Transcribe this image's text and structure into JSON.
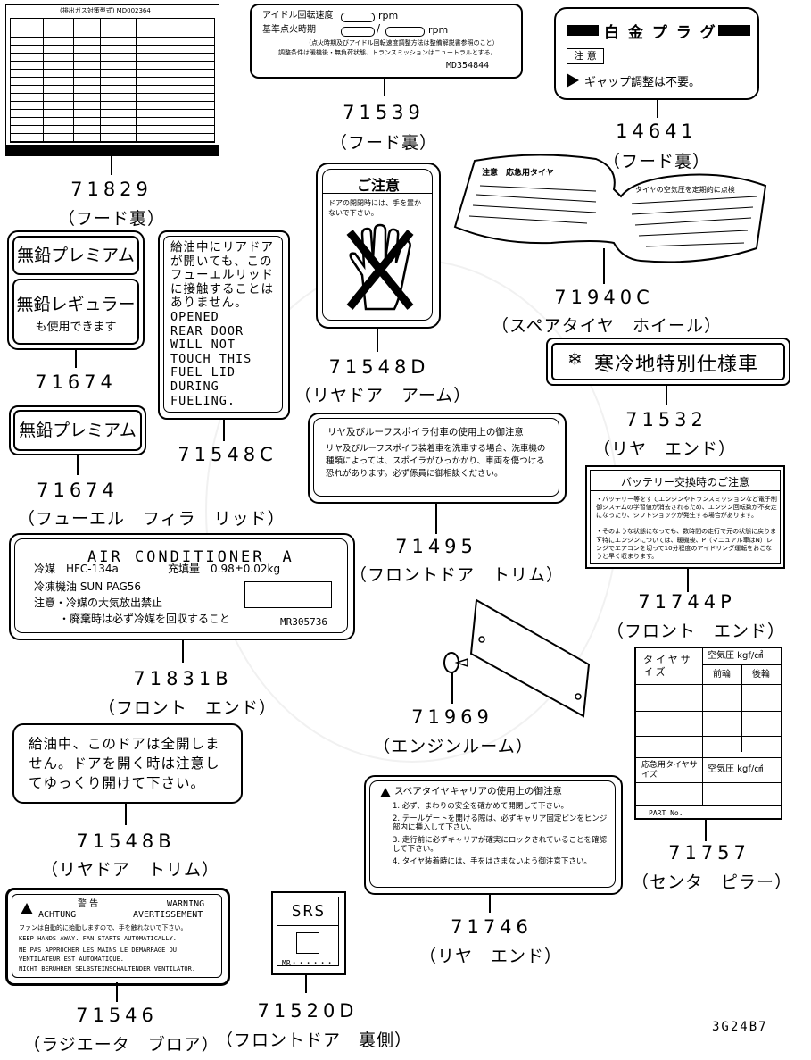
{
  "parts": [
    {
      "number": "71829",
      "location": "（フード裏）"
    },
    {
      "number": "71539",
      "location": "（フード裏）"
    },
    {
      "number": "14641",
      "location": "（フード裏）"
    },
    {
      "number": "71674",
      "location": ""
    },
    {
      "number": "71548C",
      "location": ""
    },
    {
      "number": "71548D",
      "location": "（リヤドア　アーム）"
    },
    {
      "number": "71940C",
      "location": "（スペアタイヤ　ホイール）"
    },
    {
      "number": "71532",
      "location": "（リヤ　エンド）"
    },
    {
      "number": "71674",
      "location": "（フューエル　フィラ　リッド）"
    },
    {
      "number": "71495",
      "location": "（フロントドア　トリム）"
    },
    {
      "number": "71744P",
      "location": "（フロント　エンド）"
    },
    {
      "number": "71831B",
      "location": "（フロント　エンド）"
    },
    {
      "number": "71969",
      "location": "（エンジンルーム）"
    },
    {
      "number": "71548B",
      "location": "（リヤドア　トリム）"
    },
    {
      "number": "71757",
      "location": "（センタ　ピラー）"
    },
    {
      "number": "71746",
      "location": "（リヤ　エンド）"
    },
    {
      "number": "71546",
      "location": "（ラジエータ　ブロア）"
    },
    {
      "number": "71520D",
      "location": "（フロントドア　裏側）"
    }
  ],
  "labels": {
    "l71539": {
      "line1": "アイドル回転速度",
      "line1_unit": "rpm",
      "line2": "基準点火時期",
      "line2_unit": "rpm",
      "note1": "（点火時期及びアイドル回転速度調整方法は整備解説書参照のこと）",
      "note2": "調整条件は暖機後・無負荷状態、トランスミッションはニュートラルとする。",
      "code": "MD354844"
    },
    "l14641": {
      "title": "白 金 プ ラ グ",
      "notice": "注 意",
      "text": "ギャップ調整は不要。"
    },
    "l71674a": {
      "premium": "無鉛プレミアム",
      "regular": "無鉛レギュラー",
      "regular_sub": "も使用できます"
    },
    "l71674b": {
      "premium": "無鉛プレミアム"
    },
    "l71548c": {
      "lines": [
        "給油中にリアドア",
        "が開いても、この",
        "フューエルリッド",
        "に接触することは",
        "ありません。",
        "OPENED",
        "REAR DOOR",
        "WILL NOT",
        "TOUCH THIS",
        "FUEL LID",
        "DURING",
        "FUELING."
      ]
    },
    "l71548d": {
      "title": "ご注意",
      "text": "ドアの開閉時には、手を置かないで下さい。"
    },
    "l71940c": {
      "left": "注意　応急用タイヤ",
      "right": "タイヤの空気圧を定期的に点検"
    },
    "l71532": {
      "icon": "❄",
      "text": "寒冷地特別仕様車"
    },
    "l71495": {
      "title": "リヤ及びルーフスポイラ付車の使用上の御注意",
      "text": "リヤ及びルーフスポイラ装着車を洗車する場合、洗車機の種類によっては、スポイラがひっかかり、車両を傷つける恐れがあります。必ず係員に御相談ください。"
    },
    "l71744p": {
      "title": "バッテリー交換時のご注意",
      "items": [
        "・バッテリー等をすてエンジンやトランスミッションなど電子制御システムの学習値が消去されるため、エンジン回転数が不安定になったり、シフトショックが発生する場合があります。",
        "・そのような状態になっても、数時間の走行で元の状態に戻ります",
        "・特にエンジンについては、暖機後、P（マニュアル車はN）レンジでエアコンを切って10分程度のアイドリング運転をおこなうと早く収まります。"
      ]
    },
    "l71831b": {
      "title": "AIR CONDITIONER　A",
      "refrigerant": "冷媒　HFC-134a",
      "charge": "充填量　0.98±0.02kg",
      "oil": "冷凍機油 SUN PAG56",
      "caution1": "注意・冷媒の大気放出禁止",
      "caution2": "・廃棄時は必ず冷媒を回収すること",
      "code": "MR305736"
    },
    "l71548b": {
      "text": "給油中、このドアは全開しません。ドアを開く時は注意してゆっくり開けて下さい。"
    },
    "l71757": {
      "tire_size": "タイヤサイズ",
      "pressure": "空気圧 kgf/㎠",
      "front": "前輪",
      "rear": "後輪",
      "spare": "応急用タイヤサイズ",
      "part_no": "PART No."
    },
    "l71746": {
      "title": "スペアタイヤキャリアの使用上の御注意",
      "items": [
        "1. 必ず、まわりの安全を確かめて開閉して下さい。",
        "2. テールゲートを開ける際は、必ずキャリア固定ピンをヒンジ部内に挿入して下さい。",
        "3. 走行前に必ずキャリアが確実にロックされていることを確認して下さい。",
        "4. タイヤ装着時には、手をはさまないよう御注意下さい。"
      ]
    },
    "l71546": {
      "head_jp": "警 告",
      "head_en": "WARNING",
      "achtung": "ACHTUNG",
      "avert": "AVERTISSEMENT",
      "lines": [
        "ファンは自動的に始動しますので、手を触れないで下さい。",
        "KEEP HANDS AWAY. FAN STARTS AUTOMATICALLY.",
        "NE PAS APPROCHER LES MAINS LE DEMARRAGE DU VENTILATEUR EST AUTOMATIQUE.",
        "NICHT BERUHREN SELBSTEINSCHALTENDER VENTILATOR."
      ]
    },
    "l71520d": {
      "title": "SRS",
      "mr": "MR・・・・・・"
    },
    "l71829": {
      "header": "(排出ガス対策型式) MD002364"
    }
  },
  "figure_code": "3G24B7",
  "colors": {
    "ink": "#000000",
    "paper": "#ffffff"
  }
}
